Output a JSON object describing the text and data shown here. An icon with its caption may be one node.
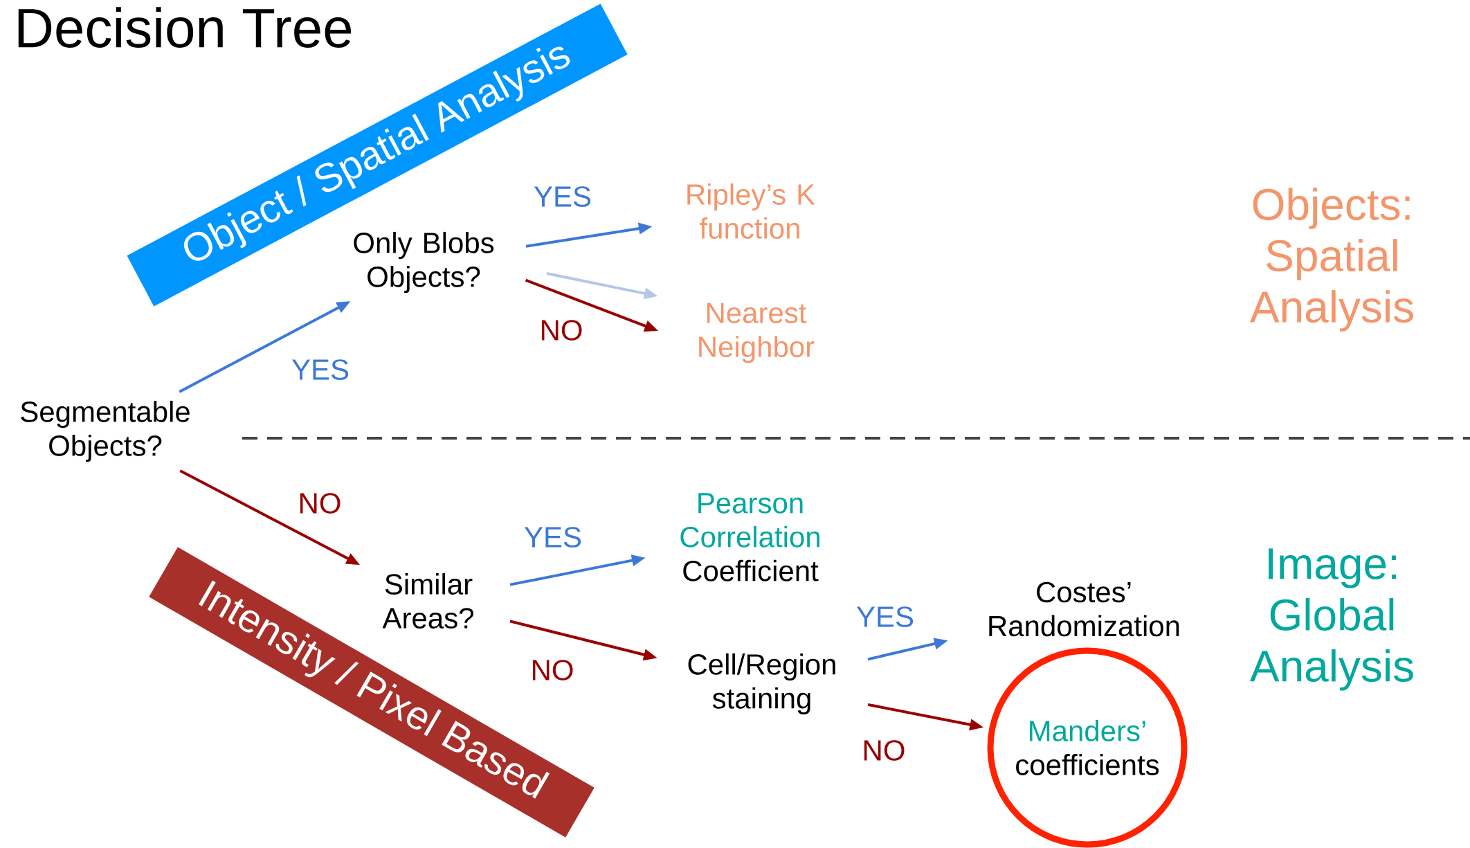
{
  "diagram": {
    "title": "Decision Tree",
    "nodes": [
      {
        "text": [
          "Segmentable Objects?"
        ]
      },
      {
        "text": [
          "Only Blobs Objects?"
        ]
      },
      {
        "text": [
          "Ripley’s K function"
        ]
      },
      {
        "text": [
          "Nearest Neighbor"
        ]
      },
      {
        "text": [
          "Similar Areas?"
        ]
      },
      {
        "text": [
          "Pearson Correlation",
          "Coefficient"
        ]
      },
      {
        "text": [
          "Cell/Region staining"
        ]
      },
      {
        "text": [
          "Costes’ Randomization"
        ]
      },
      {
        "text": [
          "Manders’",
          "coefficients"
        ]
      },
      {
        "text": [
          "Object / Spatial Analysis"
        ]
      },
      {
        "text": [
          "Intensity / Pixel Based"
        ]
      }
    ],
    "edges": [
      {
        "from": 0,
        "to": 1,
        "arrow": "to",
        "label": "YES",
        "color": "#3c78d8"
      },
      {
        "from": 1,
        "to": 2,
        "arrow": "to",
        "label": "YES",
        "color": "#3c78d8"
      },
      {
        "from": 1,
        "to": 3,
        "arrow": "to",
        "color": "#b4c7e7"
      },
      {
        "from": 1,
        "to": 3,
        "arrow": "to",
        "label": "NO",
        "color": "#990000"
      },
      {
        "from": 0,
        "to": 4,
        "arrow": "to",
        "label": "NO",
        "color": "#990000"
      },
      {
        "from": 4,
        "to": 5,
        "arrow": "to",
        "label": "YES",
        "color": "#3c78d8"
      },
      {
        "from": 4,
        "to": 6,
        "arrow": "to",
        "label": "NO",
        "color": "#990000"
      },
      {
        "from": 6,
        "to": 7,
        "arrow": "to",
        "label": "YES",
        "color": "#3c78d8"
      },
      {
        "from": 6,
        "to": 8,
        "arrow": "to",
        "label": "NO",
        "color": "#990000"
      }
    ],
    "labels": [
      "Objects: Spatial Analysis",
      "Image: Global Analysis"
    ]
  }
}
